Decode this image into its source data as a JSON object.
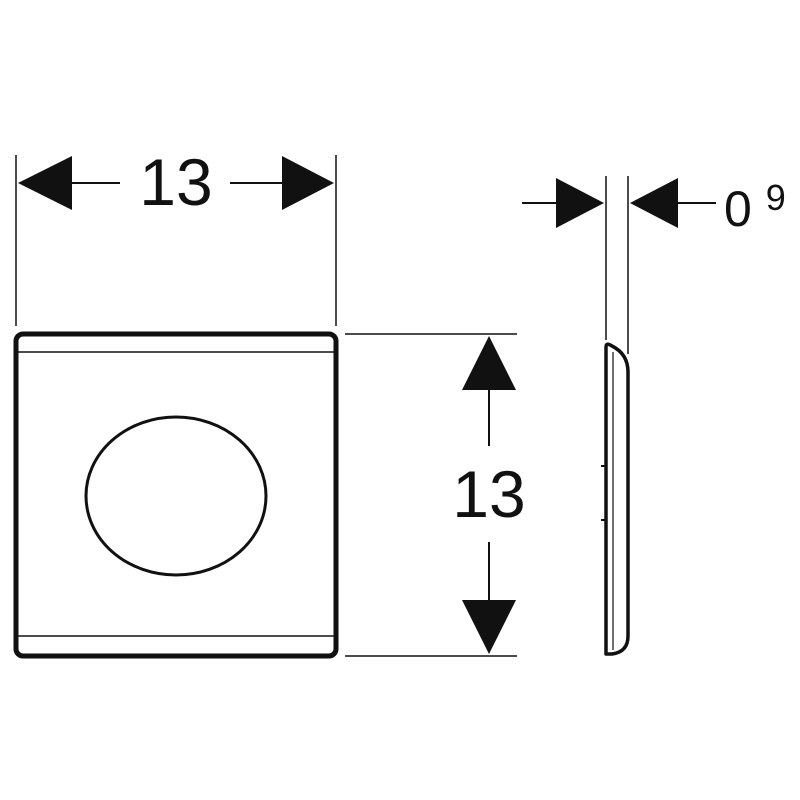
{
  "dimensions": {
    "width_label": "13",
    "height_label": "13",
    "thickness_label_main": "0",
    "thickness_label_sup": "9"
  },
  "colors": {
    "stroke": "#111111",
    "background": "#ffffff"
  }
}
